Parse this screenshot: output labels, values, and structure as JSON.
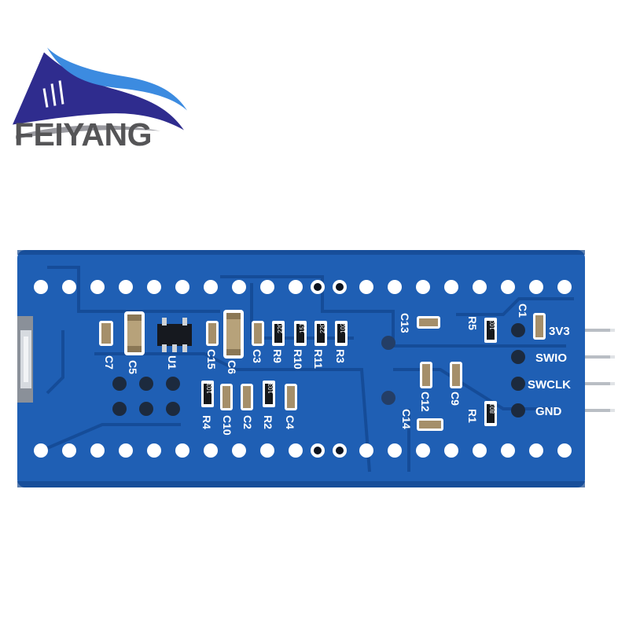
{
  "brand": {
    "name": "FEIYANG",
    "logo_icon": "wave-swoosh-logo",
    "colors": {
      "navy": "#2f2c8e",
      "sky": "#3c8be0",
      "text_gray": "#555557"
    }
  },
  "board": {
    "colors": {
      "pcb": "#1f5fb4",
      "trace": "#154a96",
      "silkscreen": "#ffffff",
      "pin_metal": "#c0c4c8"
    },
    "header_labels": [
      "3V3",
      "SWIO",
      "SWCLK",
      "GND"
    ],
    "component_labels": {
      "c7": "C7",
      "c5": "C5",
      "u1": "U1",
      "c15": "C15",
      "c6": "C6",
      "c3": "C3",
      "r9": "R9",
      "r10": "R10",
      "r11": "R11",
      "r3": "R3",
      "c13": "C13",
      "r5": "R5",
      "c1": "C1",
      "c12": "C12",
      "c9": "C9",
      "c14": "C14",
      "r1": "R1",
      "r4": "R4",
      "c10": "C10",
      "c2": "C2",
      "r2": "R2",
      "c4": "C4"
    },
    "resistor_codes": {
      "r10": "151",
      "r11": "220",
      "r3": "102",
      "r5": "103",
      "r1": "801",
      "r2": "103",
      "r4": "103",
      "r9": "220"
    }
  }
}
